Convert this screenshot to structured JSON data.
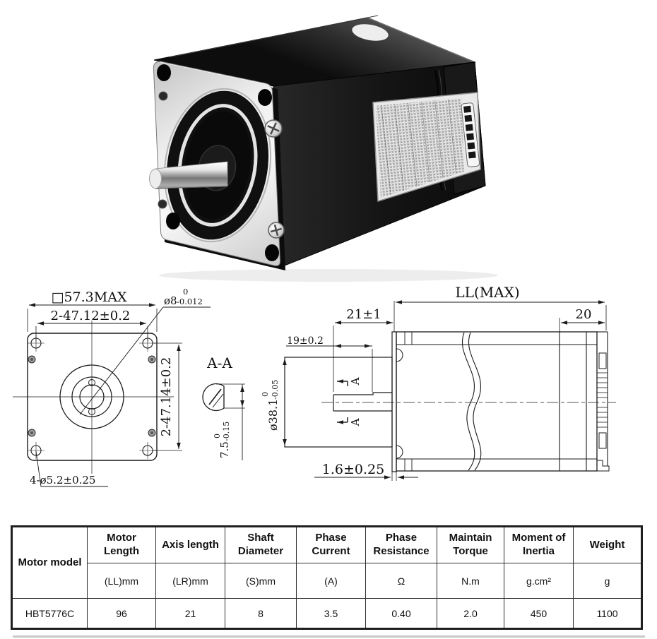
{
  "drawing": {
    "front_view": {
      "square_dim": "□57.3MAX",
      "hole_spacing_h": "2-47.12±0.2",
      "hole_spacing_v": "2-47.14±0.2",
      "shaft_dia": {
        "base": "ø8",
        "tol_upper": "0",
        "tol_lower": "-0.012"
      },
      "mount_holes": "4-ø5.2±0.25"
    },
    "section_view": {
      "title": "A-A",
      "shaft_flat": {
        "base": "7.5",
        "tol_upper": "0",
        "tol_lower": "-0.15"
      }
    },
    "side_view": {
      "body_length": "LL(MAX)",
      "shaft_length": "21±1",
      "flat_length": "19±0.2",
      "driver_length": "20",
      "boss_dia": {
        "base": "ø38.1",
        "tol_upper": "0",
        "tol_lower": "-0.05"
      },
      "flange_thickness": "1.6±0.25",
      "section_marker_top": "A",
      "section_marker_bottom": "A"
    }
  },
  "spec_table": {
    "model_header": "Motor model",
    "model_value": "HBT5776C",
    "columns": [
      {
        "name": "Motor Length",
        "unit": "(LL)mm",
        "value": "96"
      },
      {
        "name": "Axis length",
        "unit": "(LR)mm",
        "value": "21"
      },
      {
        "name": "Shaft Diameter",
        "unit": "(S)mm",
        "value": "8"
      },
      {
        "name": "Phase Current",
        "unit": "(A)",
        "value": "3.5"
      },
      {
        "name": "Phase Resistance",
        "unit": "Ω",
        "value": "0.40"
      },
      {
        "name": "Maintain Torque",
        "unit": "N.m",
        "value": "2.0"
      },
      {
        "name": "Moment of Inertia",
        "unit": "g.cm²",
        "value": "450"
      },
      {
        "name": "Weight",
        "unit": "g",
        "value": "1100"
      }
    ]
  },
  "colors": {
    "drawing_line": "#1a1a1a",
    "table_border": "#2e2e2e"
  }
}
